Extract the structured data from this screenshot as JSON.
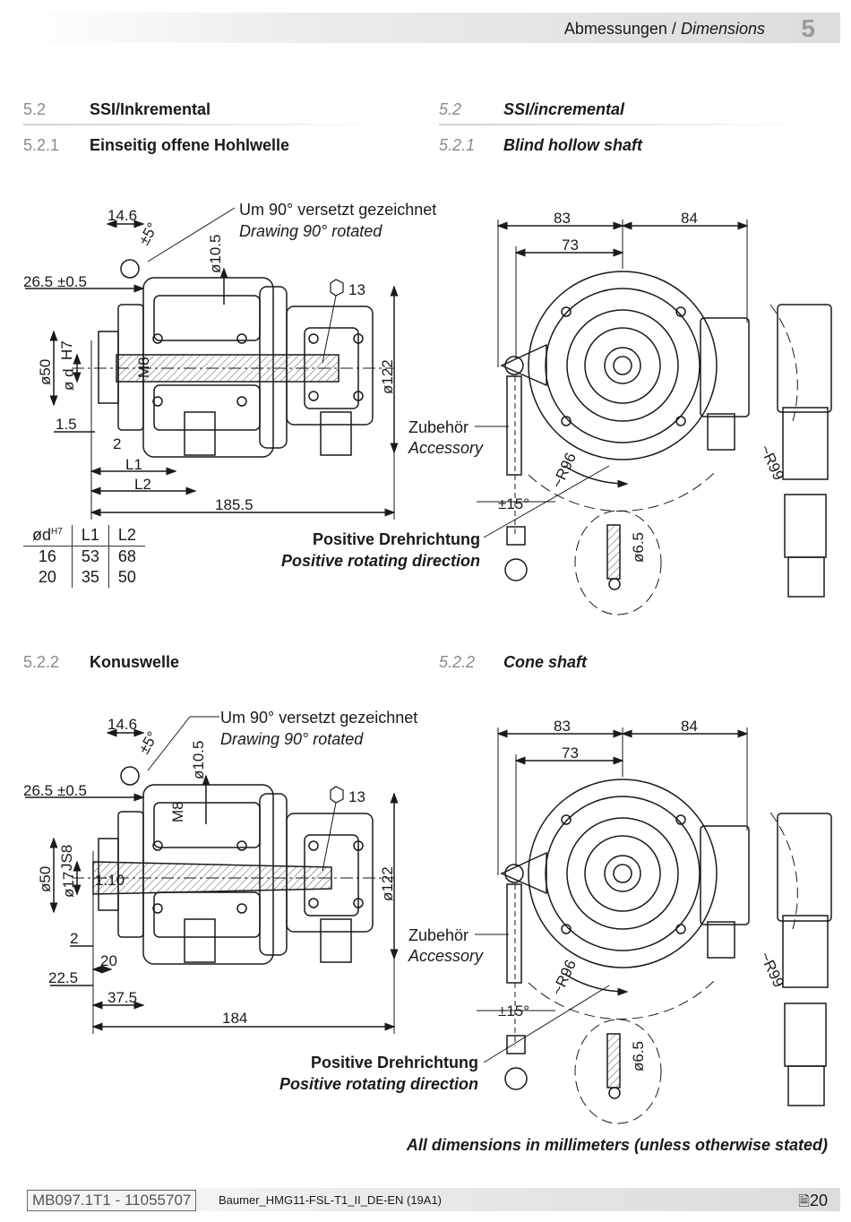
{
  "header": {
    "title_de": "Abmessungen /",
    "title_en": "Dimensions",
    "chapter": "5"
  },
  "sections": {
    "s52_num_de": "5.2",
    "s52_de": "SSI/Inkremental",
    "s52_num_en": "5.2",
    "s52_en": "SSI/incremental",
    "s521_num_de": "5.2.1",
    "s521_de": "Einseitig offene Hohlwelle",
    "s521_num_en": "5.2.1",
    "s521_en": "Blind hollow shaft",
    "s522_num_de": "5.2.2",
    "s522_de": "Konuswelle",
    "s522_num_en": "5.2.2",
    "s522_en": "Cone shaft"
  },
  "drawing1": {
    "note_de": "Um 90° versetzt gezeichnet",
    "note_en": "Drawing 90° rotated",
    "d_146": "14.6",
    "d_265": "26.5",
    "d_265_tol": "±0.5",
    "d_105": "ø10.5",
    "d_13": "13",
    "d_50": "ø50",
    "d_d": "ø d",
    "d_d_tol": "H7",
    "d_m8": "M8",
    "d_122": "ø122",
    "d_15": "1.5",
    "d_2": "2",
    "d_l1": "L1",
    "d_l2": "L2",
    "d_1855": "185.5",
    "d_angle": "±5°"
  },
  "table": {
    "headers": [
      "ød",
      "L1",
      "L2"
    ],
    "header_sup": "H7",
    "rows": [
      [
        "16",
        "53",
        "68"
      ],
      [
        "20",
        "35",
        "50"
      ]
    ]
  },
  "side1": {
    "d_83": "83",
    "d_84": "84",
    "d_73": "73",
    "acc_de": "Zubehör",
    "acc_en": "Accessory",
    "r96": "~R96",
    "r99": "~R99",
    "d_15deg": "±15°",
    "d_65": "ø6.5",
    "rot_de": "Positive Drehrichtung",
    "rot_en": "Positive rotating direction"
  },
  "drawing2": {
    "note_de": "Um 90° versetzt gezeichnet",
    "note_en": "Drawing 90° rotated",
    "d_146": "14.6",
    "d_265": "26.5",
    "d_265_tol": "±0.5",
    "d_105": "ø10.5",
    "d_13": "13",
    "d_m8": "M8",
    "d_50": "ø50",
    "d_17": "ø17",
    "d_17_tol": "JS8",
    "d_taper": "1:10",
    "d_122": "ø122",
    "d_2": "2",
    "d_20": "20",
    "d_225": "22.5",
    "d_375": "37.5",
    "d_184": "184",
    "d_angle": "±5°"
  },
  "side2": {
    "d_83": "83",
    "d_84": "84",
    "d_73": "73",
    "acc_de": "Zubehör",
    "acc_en": "Accessory",
    "r96": "~R96",
    "r99": "~R99",
    "d_15deg": "±15°",
    "d_65": "ø6.5",
    "rot_de": "Positive Drehrichtung",
    "rot_en": "Positive rotating direction"
  },
  "footer": {
    "note": "All dimensions in millimeters (unless otherwise stated)",
    "doc_code": "MB097.1T1 - 11055707",
    "doc_file": "Baumer_HMG11-FSL-T1_II_DE-EN (19A1)",
    "page": "20"
  }
}
